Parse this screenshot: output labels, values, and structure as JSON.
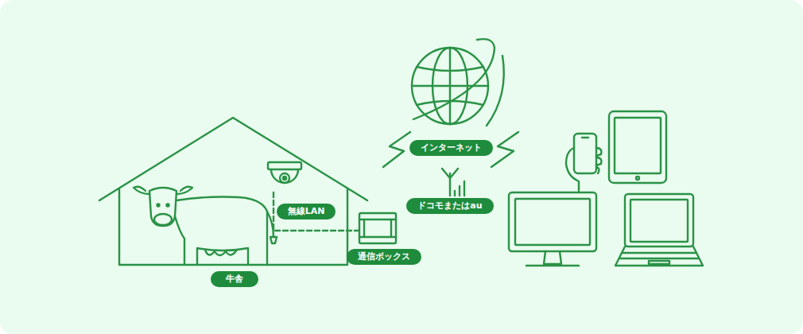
{
  "diagram": {
    "nodes": [
      {
        "text": [
          "インターネット"
        ]
      },
      {
        "text": [
          "ドコモまたはau"
        ]
      },
      {
        "text": [
          "無線LAN"
        ]
      },
      {
        "text": [
          "通信ボックス"
        ]
      },
      {
        "text": [
          "牛舎"
        ]
      }
    ]
  }
}
